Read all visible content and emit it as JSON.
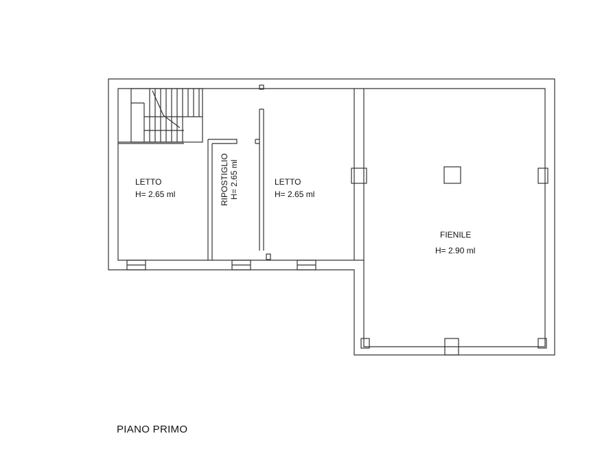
{
  "rooms": {
    "letto_left": {
      "name": "LETTO",
      "height": "H= 2.65 ml"
    },
    "ripostiglio": {
      "name": "RIPOSTIGLIO",
      "height": "H= 2.65 ml"
    },
    "letto_right": {
      "name": "LETTO",
      "height": "H= 2.65 ml"
    },
    "fienile": {
      "name": "FIENILE",
      "height": "H= 2.90 ml"
    }
  },
  "floor_title": "PIANO PRIMO",
  "colors": {
    "wall": "#333333",
    "background": "#ffffff"
  }
}
